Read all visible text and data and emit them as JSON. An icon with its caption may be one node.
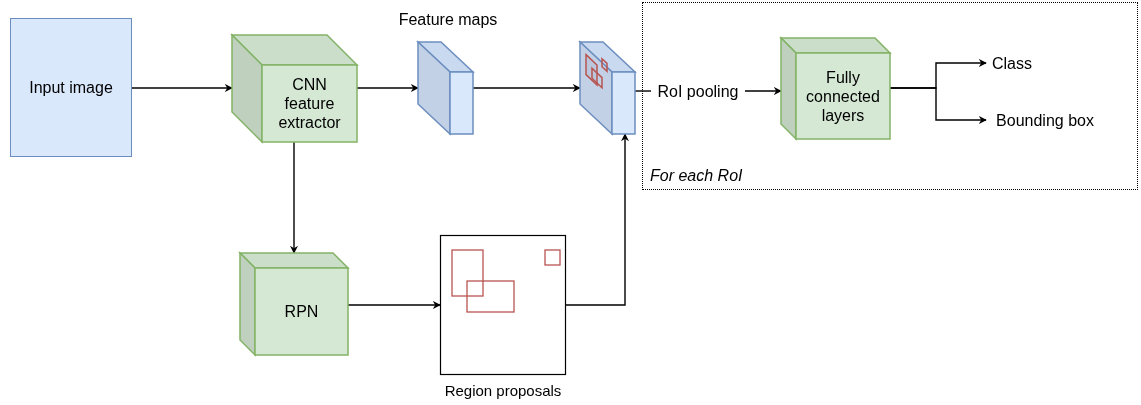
{
  "diagram": {
    "nodes": [
      {
        "text": [
          "Input image"
        ]
      },
      {
        "text": [
          "CNN feature extractor"
        ]
      },
      {
        "text": [
          "Feature maps"
        ]
      },
      {
        "text": [],
        "shape": "box"
      },
      {
        "text": [
          "For each RoI"
        ]
      },
      {
        "text": [
          "RoI pooling"
        ],
        "in": 4
      },
      {
        "text": [
          "Fully connected layers"
        ],
        "in": 4
      },
      {
        "text": [
          "Class"
        ],
        "in": 4
      },
      {
        "text": [
          "Bounding box"
        ],
        "in": 4
      },
      {
        "text": [
          "RPN"
        ]
      },
      {
        "text": [
          "Region proposals"
        ]
      }
    ],
    "edges": [
      {
        "from": 0,
        "to": 1,
        "arrow": "to"
      },
      {
        "from": 1,
        "to": 2,
        "arrow": "to"
      },
      {
        "from": 2,
        "to": 3,
        "arrow": "to"
      },
      {
        "from": 3,
        "to": 5,
        "arrow": "none"
      },
      {
        "from": 5,
        "to": 6,
        "arrow": "to"
      },
      {
        "from": 6,
        "to": 7,
        "arrow": "to"
      },
      {
        "from": 6,
        "to": 8,
        "arrow": "to"
      },
      {
        "from": 1,
        "to": 9,
        "arrow": "to"
      },
      {
        "from": 9,
        "to": 10,
        "arrow": "to"
      },
      {
        "from": 10,
        "to": 3,
        "arrow": "to"
      }
    ]
  }
}
